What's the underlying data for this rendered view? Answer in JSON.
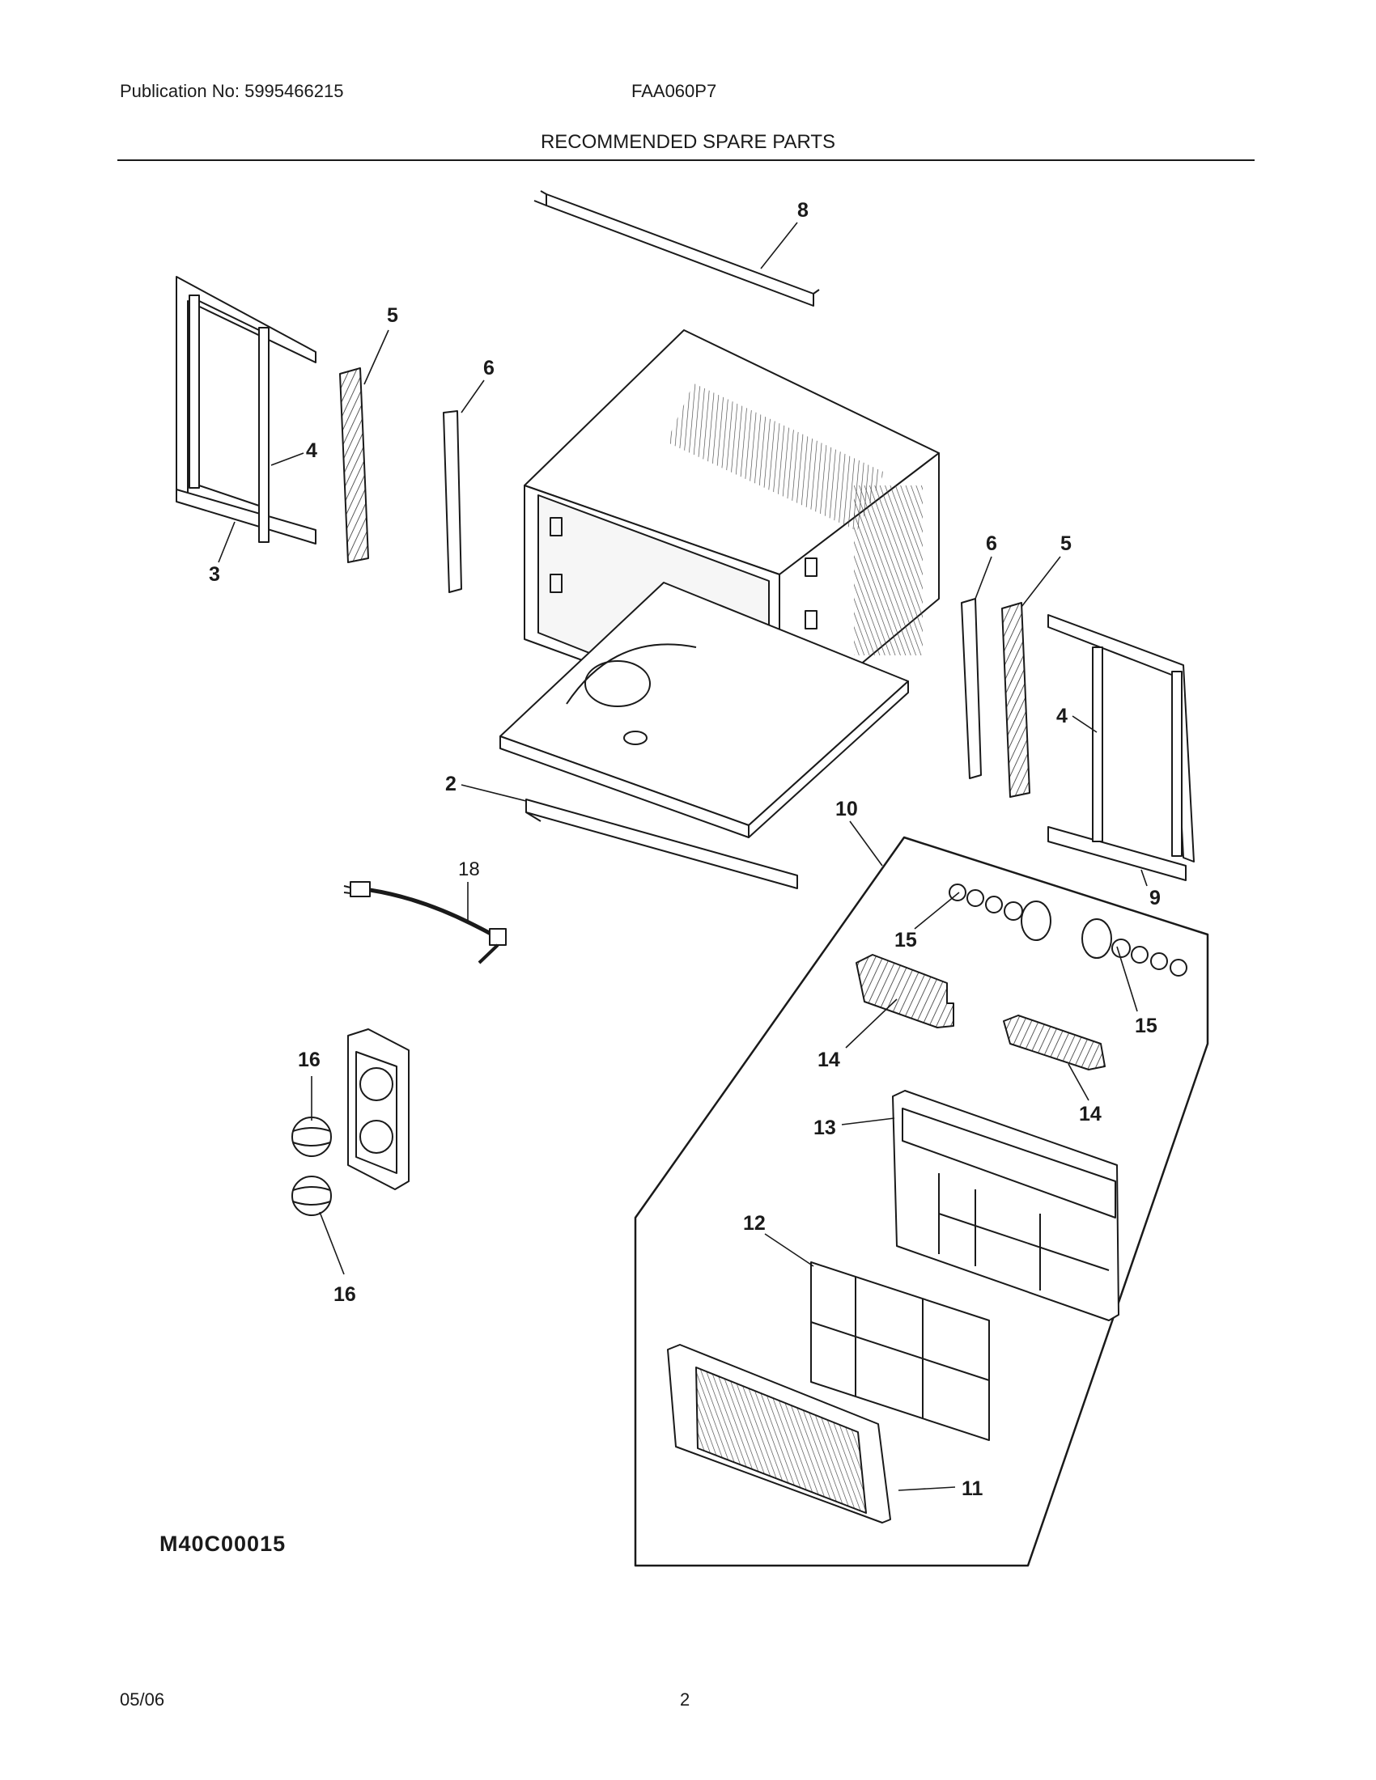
{
  "header": {
    "publication": "Publication No: 5995466215",
    "model": "FAA060P7",
    "title": "RECOMMENDED SPARE PARTS"
  },
  "callouts": {
    "c2": "2",
    "c3": "3",
    "c4a": "4",
    "c4b": "4",
    "c5a": "5",
    "c5b": "5",
    "c6a": "6",
    "c6b": "6",
    "c8": "8",
    "c9": "9",
    "c10": "10",
    "c11": "11",
    "c12": "12",
    "c13": "13",
    "c14a": "14",
    "c14b": "14",
    "c15a": "15",
    "c15b": "15",
    "c16a": "16",
    "c16b": "16",
    "c18": "18"
  },
  "diagram_code": "M40C00015",
  "footer": {
    "date": "05/06",
    "page": "2"
  }
}
